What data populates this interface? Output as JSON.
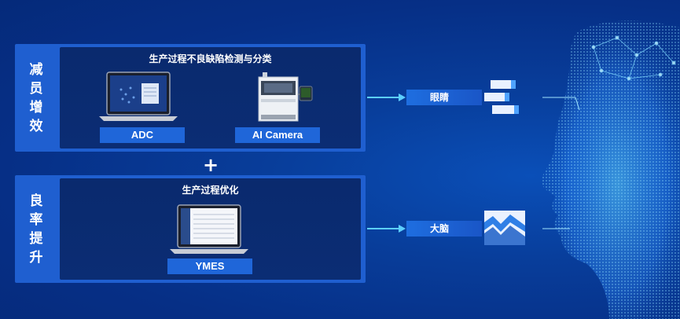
{
  "top_panel": {
    "side_label": [
      "减",
      "员",
      "增",
      "效"
    ],
    "title": "生产过程不良缺陷检测与分类",
    "adc_label": "ADC",
    "camera_label": "AI Camera"
  },
  "plus": "+",
  "bottom_panel": {
    "side_label": [
      "良",
      "率",
      "提",
      "升"
    ],
    "title": "生产过程优化",
    "ymes_label": "YMES"
  },
  "tags": {
    "eyes": "眼睛",
    "brain": "大脑"
  },
  "colors": {
    "background": "#062f86",
    "panel": "#1f5fd0",
    "inner": "#0b2d74",
    "accent": "#1f66d9"
  },
  "icons": [
    "laptop-icon",
    "inspection-machine-icon",
    "arrow-icon",
    "eyes-blocks-icon",
    "brain-chart-icon",
    "ai-face-icon"
  ]
}
